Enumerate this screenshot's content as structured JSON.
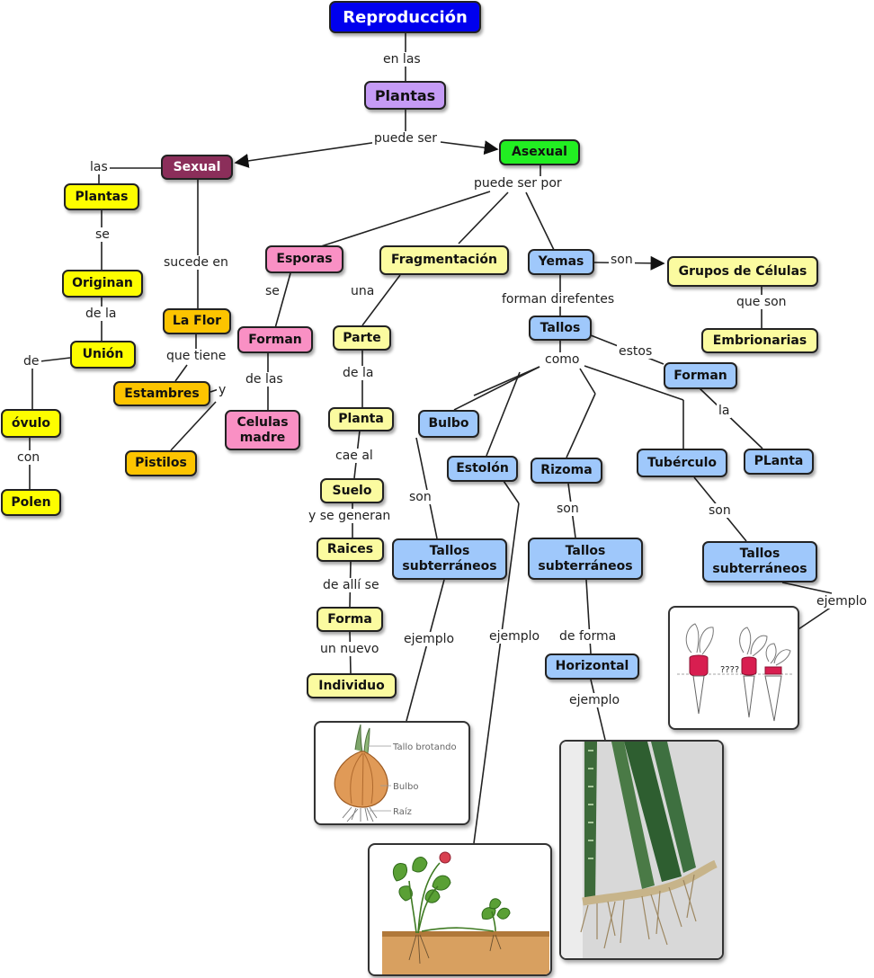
{
  "nodes": {
    "reproduccion": "Reproducción",
    "plantas_top": "Plantas",
    "sexual": "Sexual",
    "asexual": "Asexual",
    "plantas_left": "Plantas",
    "originan": "Originan",
    "union": "Unión",
    "ovulo": "óvulo",
    "polen": "Polen",
    "la_flor": "La Flor",
    "estambres": "Estambres",
    "pistilos": "Pistilos",
    "esporas": "Esporas",
    "forman_pink": "Forman",
    "celulas_madre": "Celulas\nmadre",
    "fragmentacion": "Fragmentación",
    "parte": "Parte",
    "planta_frag": "Planta",
    "suelo": "Suelo",
    "raices": "Raices",
    "forma": "Forma",
    "individuo": "Individuo",
    "yemas": "Yemas",
    "grupos_celulas": "Grupos de Células",
    "embrionarias": "Embrionarias",
    "tallos": "Tallos",
    "forman_blue": "Forman",
    "planta_blue": "PLanta",
    "bulbo": "Bulbo",
    "estolon": "Estolón",
    "rizoma": "Rizoma",
    "tuberculo": "Tubérculo",
    "tallos_sub_1": "Tallos\nsubterráneos",
    "tallos_sub_2": "Tallos\nsubterráneos",
    "tallos_sub_3": "Tallos\nsubterráneos",
    "horizontal": "Horizontal"
  },
  "links": {
    "en_las": "en las",
    "puede_ser": "puede ser",
    "las": "las",
    "se_1": "se",
    "de_la_1": "de la",
    "de": "de",
    "con": "con",
    "sucede_en": "sucede en",
    "que_tiene": "que tiene",
    "y": "y",
    "puede_ser_por": "puede ser por",
    "se_2": "se",
    "de_las": "de las",
    "una": "una",
    "de_la_2": "de la",
    "cae_al": "cae al",
    "y_se_generan": "y se generan",
    "de_alli_se": "de allí se",
    "un_nuevo": "un nuevo",
    "son_yemas": "son",
    "que_son": "que son",
    "forman_direfentes": "forman direfentes",
    "estos": "estos",
    "la": "la",
    "como": "como",
    "son_bulbo": "son",
    "son_rizoma": "son",
    "son_tuberculo": "son",
    "ejemplo_bulbo": "ejemplo",
    "ejemplo_estolon": "ejemplo",
    "ejemplo_tuberculo": "ejemplo",
    "de_forma": "de forma",
    "ejemplo_horizontal": "ejemplo"
  },
  "images": {
    "onion_labels": [
      "Tallo brotando",
      "Bulbo",
      "Raíz"
    ],
    "beet_label": "????"
  },
  "colors": {
    "title": "#0000ee",
    "purple": "#c59bf5",
    "sexual": "#8b2e5a",
    "asexual": "#22ee22",
    "yellow": "#fdfd00",
    "orange": "#fcc400",
    "pink": "#f990c4",
    "cream": "#fbfba0",
    "blue": "#9fc8fb"
  }
}
